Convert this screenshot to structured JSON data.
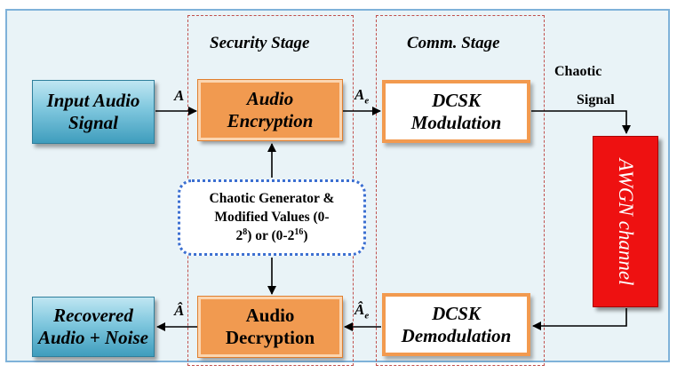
{
  "stages": {
    "security_title": "Security Stage",
    "comm_title": "Comm. Stage"
  },
  "blocks": {
    "input_audio": [
      "Input Audio",
      "Signal"
    ],
    "audio_encryption": [
      "Audio",
      "Encryption"
    ],
    "dcsk_modulation": [
      "DCSK",
      "Modulation"
    ],
    "awgn_channel": "AWGN channel",
    "dcsk_demodulation": [
      "DCSK",
      "Demodulation"
    ],
    "audio_decryption": [
      "Audio",
      "Decryption"
    ],
    "recovered_audio": [
      "Recovered",
      "Audio + Noise"
    ]
  },
  "generator": {
    "line1": "Chaotic Generator &",
    "line2": "Modified Values (0-",
    "line3_base1": "2",
    "line3_exp1": "8",
    "line3_mid": ") or (0-2",
    "line3_exp2": "16",
    "line3_end": ")"
  },
  "signal_labels": {
    "chaotic": "Chaotic",
    "signal": "Signal",
    "a": "A",
    "a_e_base": "A",
    "a_e_sub": "e",
    "a_hat": "Â",
    "a_hat_e_base": "Â",
    "a_hat_e_sub": "e"
  },
  "colors": {
    "background": "#e9f3f7",
    "frame_border": "#7fb2d9",
    "stage_border": "#c0504d",
    "orange_block": "#f19a50",
    "teal_block": "#4faecb",
    "awgn_red": "#ee1111",
    "generator_border": "#3b6fd1"
  }
}
